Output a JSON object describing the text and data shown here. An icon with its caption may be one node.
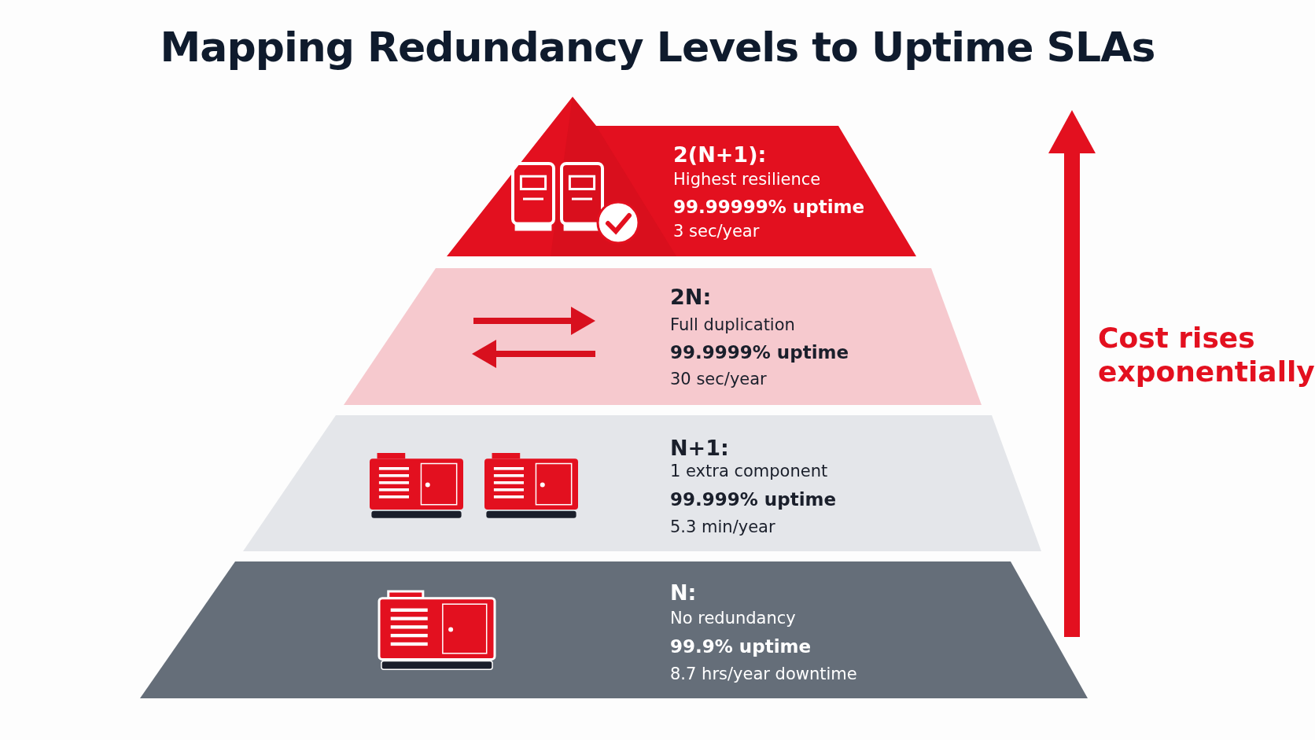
{
  "diagram": {
    "title": "Mapping **Redundancy Levels** to Uptime SLAs",
    "nodes": [
      {
        "text": [
          "2(N+1):",
          "Highest resilience",
          "99.99999% uptime",
          "3 sec/year"
        ]
      },
      {
        "text": [
          "2N:",
          "Full duplication",
          "99.9999% uptime",
          "30 sec/year"
        ]
      },
      {
        "text": [
          "N+1:",
          "1 extra component",
          "99.999% uptime",
          "5.3 min/year"
        ]
      },
      {
        "text": [
          "N:",
          "No redundancy",
          "99.9% uptime",
          "8.7 hrs/year downtime"
        ]
      }
    ],
    "labels": [
      "Cost rises exponentially"
    ]
  }
}
